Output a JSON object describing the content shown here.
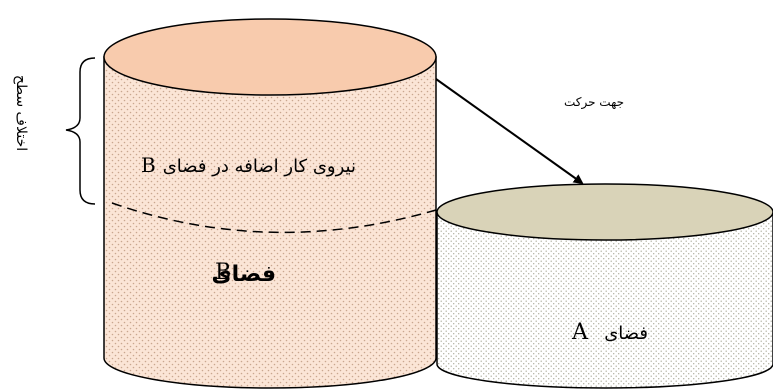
{
  "diagram": {
    "level_difference_label": "اختلاف سطح",
    "flow_direction_label": "جهت حرکت",
    "extra_work_label": "نیروی کار اضافه در فضای",
    "extra_work_label_suffix": "B",
    "space_b_label": "فضای",
    "space_b_suffix": "B",
    "space_a_label": "فضای",
    "space_a_suffix": "A",
    "colors": {
      "large_cylinder_fill": "#fbe5d6",
      "large_cylinder_top": "#f8cbad",
      "large_cylinder_dots": "#c9a78f",
      "small_cylinder_fill": "#ffffff",
      "small_cylinder_top": "#d9d3b8",
      "small_cylinder_dots": "#b0b0a0",
      "stroke": "#000000"
    }
  }
}
